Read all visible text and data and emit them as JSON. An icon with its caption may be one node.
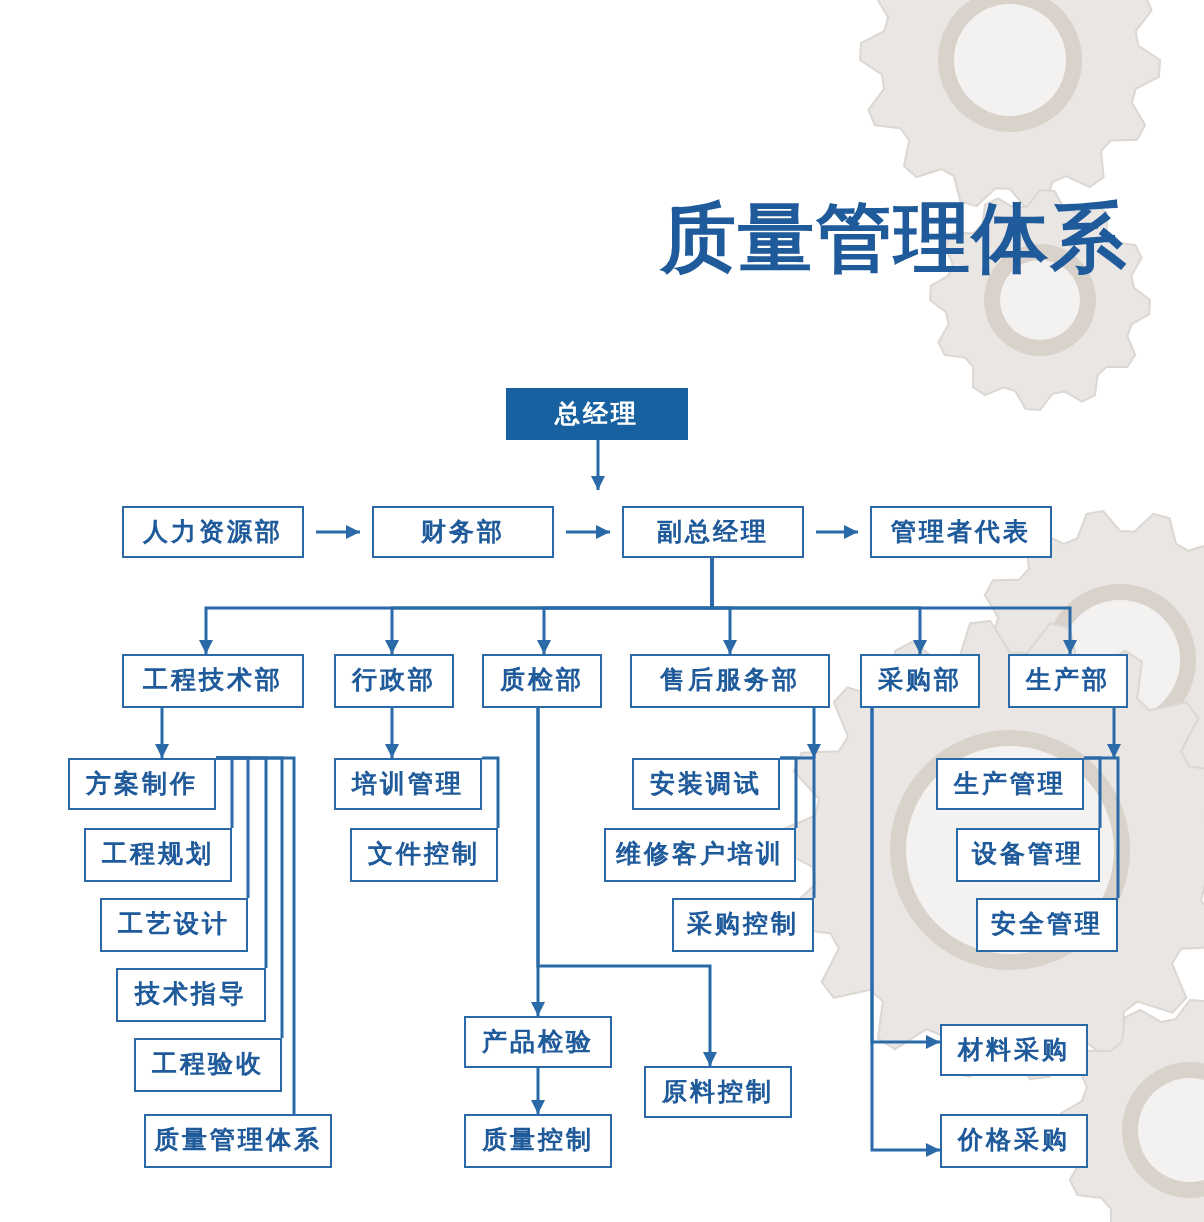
{
  "diagram": {
    "title": "质量管理体系",
    "nodes": [
      {
        "text": [
          "总经理"
        ]
      },
      {
        "text": [
          "人力资源部"
        ]
      },
      {
        "text": [
          "财务部"
        ]
      },
      {
        "text": [
          "副总经理"
        ]
      },
      {
        "text": [
          "管理者代表"
        ]
      },
      {
        "text": [
          "工程技术部"
        ]
      },
      {
        "text": [
          "行政部"
        ]
      },
      {
        "text": [
          "质检部"
        ]
      },
      {
        "text": [
          "售后服务部"
        ]
      },
      {
        "text": [
          "采购部"
        ]
      },
      {
        "text": [
          "生产部"
        ]
      },
      {
        "text": [
          "方案制作"
        ]
      },
      {
        "text": [
          "工程规划"
        ]
      },
      {
        "text": [
          "工艺设计"
        ]
      },
      {
        "text": [
          "技术指导"
        ]
      },
      {
        "text": [
          "工程验收"
        ]
      },
      {
        "text": [
          "质量管理体系"
        ]
      },
      {
        "text": [
          "培训管理"
        ]
      },
      {
        "text": [
          "文件控制"
        ]
      },
      {
        "text": [
          "产品检验"
        ]
      },
      {
        "text": [
          "质量控制"
        ]
      },
      {
        "text": [
          "原料控制"
        ]
      },
      {
        "text": [
          "安装调试"
        ]
      },
      {
        "text": [
          "维修客户培训"
        ]
      },
      {
        "text": [
          "采购控制"
        ]
      },
      {
        "text": [
          "生产管理"
        ]
      },
      {
        "text": [
          "设备管理"
        ]
      },
      {
        "text": [
          "安全管理"
        ]
      },
      {
        "text": [
          "材料采购"
        ]
      },
      {
        "text": [
          "价格采购"
        ]
      }
    ],
    "edges": [
      {
        "from": 0,
        "to": 3,
        "arrow": "to"
      },
      {
        "from": 1,
        "to": 2,
        "arrow": "to"
      },
      {
        "from": 2,
        "to": 3,
        "arrow": "to"
      },
      {
        "from": 3,
        "to": 4,
        "arrow": "to"
      },
      {
        "from": 3,
        "to": 5,
        "arrow": "to"
      },
      {
        "from": 3,
        "to": 6,
        "arrow": "to"
      },
      {
        "from": 3,
        "to": 7,
        "arrow": "to"
      },
      {
        "from": 3,
        "to": 8,
        "arrow": "to"
      },
      {
        "from": 3,
        "to": 9,
        "arrow": "to"
      },
      {
        "from": 3,
        "to": 10,
        "arrow": "to"
      },
      {
        "from": 5,
        "to": 11,
        "arrow": "to"
      },
      {
        "from": 11,
        "to": 12,
        "arrow": "none"
      },
      {
        "from": 11,
        "to": 13,
        "arrow": "none"
      },
      {
        "from": 11,
        "to": 14,
        "arrow": "none"
      },
      {
        "from": 11,
        "to": 15,
        "arrow": "none"
      },
      {
        "from": 11,
        "to": 16,
        "arrow": "none"
      },
      {
        "from": 6,
        "to": 17,
        "arrow": "to"
      },
      {
        "from": 17,
        "to": 18,
        "arrow": "none"
      },
      {
        "from": 7,
        "to": 19,
        "arrow": "to"
      },
      {
        "from": 7,
        "to": 21,
        "arrow": "to"
      },
      {
        "from": 19,
        "to": 20,
        "arrow": "to"
      },
      {
        "from": 8,
        "to": 22,
        "arrow": "to"
      },
      {
        "from": 22,
        "to": 23,
        "arrow": "none"
      },
      {
        "from": 22,
        "to": 24,
        "arrow": "none"
      },
      {
        "from": 9,
        "to": 28,
        "arrow": "to"
      },
      {
        "from": 9,
        "to": 29,
        "arrow": "to"
      },
      {
        "from": 10,
        "to": 25,
        "arrow": "to"
      },
      {
        "from": 25,
        "to": 26,
        "arrow": "none"
      },
      {
        "from": 25,
        "to": 27,
        "arrow": "none"
      }
    ]
  }
}
